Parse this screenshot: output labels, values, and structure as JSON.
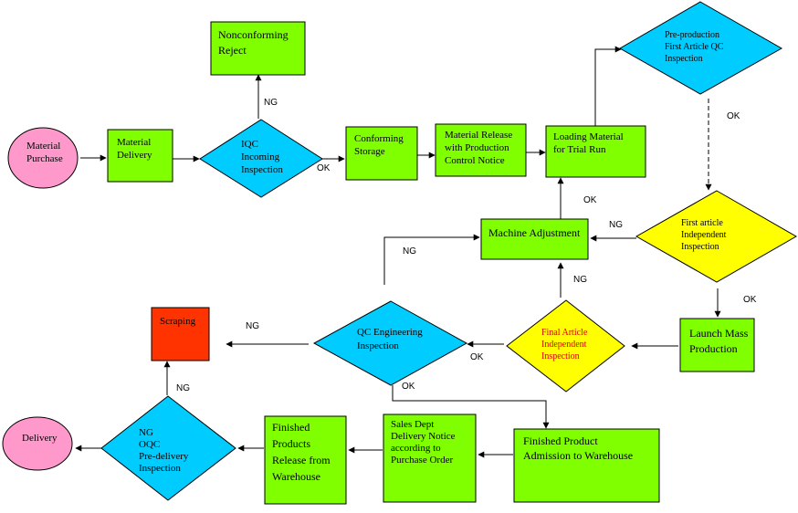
{
  "colors": {
    "process_fill": "#80ff00",
    "decision_fill_blue": "#00ccff",
    "decision_fill_yellow": "#ffff00",
    "terminal_fill": "#ff99cc",
    "scrap_fill": "#ff3300",
    "stroke": "#000000",
    "alert_text": "#e00000"
  },
  "nodes": {
    "material_purchase": [
      "Material",
      "Purchase"
    ],
    "material_delivery": [
      "Material",
      "Delivery"
    ],
    "iqc": [
      "IQC",
      "Incoming",
      "Inspection"
    ],
    "nonconforming_reject": [
      "Nonconforming",
      "Reject"
    ],
    "conforming_storage": [
      "Conforming",
      "Storage"
    ],
    "material_release": [
      "Material Release",
      "with Production",
      "Control Notice"
    ],
    "loading_material": [
      "Loading Material",
      "for Trial Run"
    ],
    "preproduction_qc": [
      "Pre-production",
      "First Article QC",
      "Inspection"
    ],
    "first_article": [
      "First article",
      "Independent",
      "Inspection"
    ],
    "machine_adjustment": [
      "Machine  Adjustment"
    ],
    "launch_mass": [
      "Launch Mass",
      "Production"
    ],
    "final_article": [
      "Final Article",
      "Independent",
      "Inspection"
    ],
    "qc_engineering": [
      "QC Engineering",
      "Inspection"
    ],
    "scraping": [
      "Scraping"
    ],
    "finished_admission": [
      "Finished Product",
      "Admission to Warehouse"
    ],
    "sales_dept": [
      "Sales Dept",
      "Delivery Notice",
      "according to",
      "Purchase Order"
    ],
    "finished_release": [
      "Finished",
      "Products",
      "Release from",
      "Warehouse"
    ],
    "oqc": [
      "NG",
      "OQC",
      "Pre-delivery",
      "Inspection"
    ],
    "delivery": [
      "Delivery"
    ]
  },
  "edge_labels": {
    "iqc_ng": "NG",
    "iqc_ok": "OK",
    "preprod_ok": "OK",
    "first_article_ng": "NG",
    "first_article_ok": "OK",
    "machine_ok": "OK",
    "qc_eng_ng_up": "NG",
    "final_article_ng": "NG",
    "final_article_ok": "OK",
    "qc_eng_ng_scrap": "NG",
    "qc_eng_ok": "OK",
    "oqc_ng": "NG"
  }
}
